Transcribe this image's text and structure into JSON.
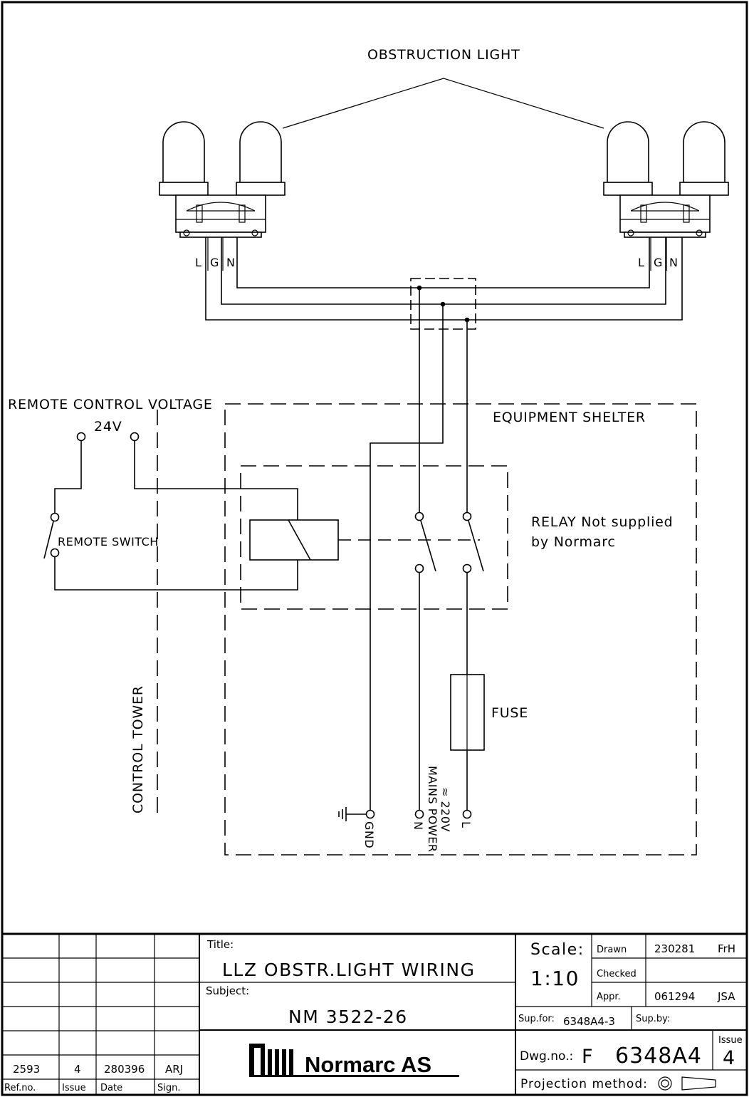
{
  "labels": {
    "obstruction_light": "OBSTRUCTION LIGHT",
    "remote_control_voltage": "REMOTE CONTROL VOLTAGE",
    "voltage_24v": "24V",
    "remote_switch": "REMOTE SWITCH",
    "equipment_shelter": "EQUIPMENT SHELTER",
    "relay_line1": "RELAY Not supplied",
    "relay_line2": "by Normarc",
    "fuse": "FUSE",
    "control_tower": "CONTROL TOWER",
    "lamp_left_l": "L",
    "lamp_left_g": "G",
    "lamp_left_n": "N",
    "lamp_right_l": "L",
    "lamp_right_g": "G",
    "lamp_right_n": "N",
    "gnd": "GND",
    "n_terminal": "N",
    "mains_power": "MAINS POWER",
    "voltage_220v": "≈ 220V",
    "l_terminal": "L"
  },
  "title_block": {
    "revision": {
      "ref_no": "2593",
      "issue": "4",
      "date": "280396",
      "sign": "ARJ",
      "ref_no_label": "Ref.no.",
      "issue_label": "Issue",
      "date_label": "Date",
      "sign_label": "Sign."
    },
    "title_label": "Title:",
    "title": "LLZ OBSTR.LIGHT WIRING",
    "subject_label": "Subject:",
    "subject": "NM 3522-26",
    "company": "Normarc AS",
    "scale_label": "Scale:",
    "scale": "1:10",
    "drawn_label": "Drawn",
    "drawn_date": "230281",
    "drawn_by": "FrH",
    "checked_label": "Checked",
    "appr_label": "Appr.",
    "appr_date": "061294",
    "appr_by": "JSA",
    "sup_for_label": "Sup.for:",
    "sup_for": "6348A4-3",
    "sup_by_label": "Sup.by:",
    "dwg_no_label": "Dwg.no.:",
    "dwg_prefix": "F",
    "dwg_no": "6348A4",
    "issue_label": "Issue",
    "issue": "4",
    "projection_label": "Projection method:"
  }
}
